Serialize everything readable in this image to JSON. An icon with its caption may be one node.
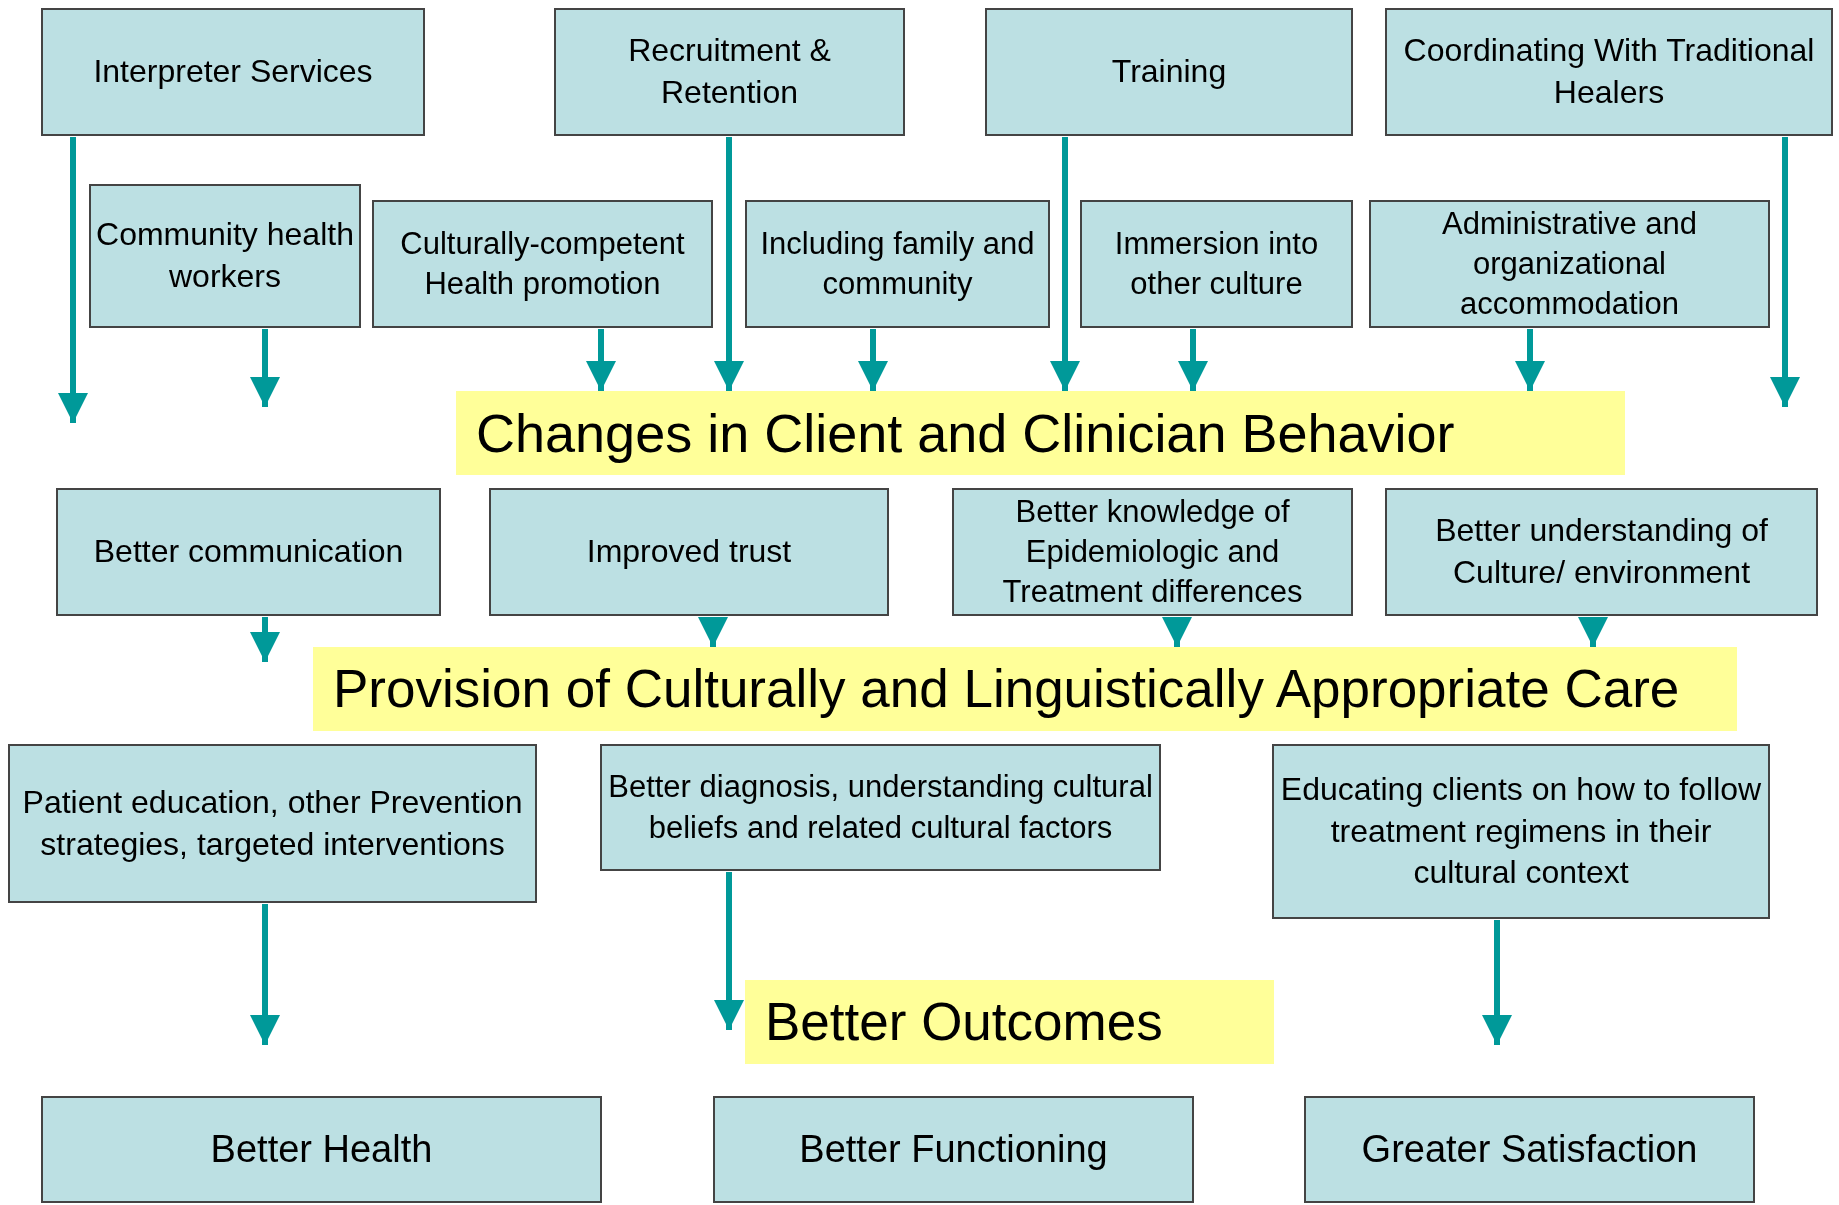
{
  "diagram": {
    "nodes": [
      {
        "text": [
          "Interpreter Services"
        ]
      },
      {
        "text": [
          "Recruitment & Retention"
        ]
      },
      {
        "text": [
          "Training"
        ]
      },
      {
        "text": [
          "Coordinating With Traditional Healers"
        ]
      },
      {
        "text": [
          "Community health workers"
        ]
      },
      {
        "text": [
          "Culturally-competent Health promotion"
        ]
      },
      {
        "text": [
          "Including  family and community"
        ]
      },
      {
        "text": [
          "Immersion into other culture"
        ]
      },
      {
        "text": [
          "Administrative and organizational accommodation"
        ]
      },
      {
        "text": [
          "Changes in Client and Clinician Behavior"
        ]
      },
      {
        "text": [
          "Better communication"
        ]
      },
      {
        "text": [
          "Improved trust"
        ]
      },
      {
        "text": [
          "Better knowledge of Epidemiologic and Treatment differences"
        ]
      },
      {
        "text": [
          "Better understanding of Culture/ environment"
        ]
      },
      {
        "text": [
          "Provision of Culturally and Linguistically Appropriate Care"
        ]
      },
      {
        "text": [
          "Patient education, other Prevention strategies, targeted interventions"
        ]
      },
      {
        "text": [
          "Better diagnosis, understanding cultural beliefs and related cultural factors"
        ]
      },
      {
        "text": [
          "Educating clients on how to follow treatment regimens in their cultural context"
        ]
      },
      {
        "text": [
          "Better Outcomes"
        ]
      },
      {
        "text": [
          "Better Health"
        ]
      },
      {
        "text": [
          "Better Functioning"
        ]
      },
      {
        "text": [
          "Greater Satisfaction"
        ]
      }
    ],
    "edges": [
      {
        "from": 0,
        "to": null,
        "arrow": "to"
      },
      {
        "from": 4,
        "to": null,
        "arrow": "to"
      },
      {
        "from": 5,
        "to": 9,
        "arrow": "to"
      },
      {
        "from": 1,
        "to": 9,
        "arrow": "to"
      },
      {
        "from": 6,
        "to": 9,
        "arrow": "to"
      },
      {
        "from": 2,
        "to": 9,
        "arrow": "to"
      },
      {
        "from": 7,
        "to": 9,
        "arrow": "to"
      },
      {
        "from": 8,
        "to": 9,
        "arrow": "to"
      },
      {
        "from": 3,
        "to": null,
        "arrow": "to"
      },
      {
        "from": 10,
        "to": null,
        "arrow": "to"
      },
      {
        "from": 11,
        "to": 14,
        "arrow": "to"
      },
      {
        "from": 12,
        "to": 14,
        "arrow": "to"
      },
      {
        "from": 13,
        "to": 14,
        "arrow": "to"
      },
      {
        "from": 15,
        "to": 19,
        "arrow": "to"
      },
      {
        "from": 16,
        "to": 18,
        "arrow": "to"
      },
      {
        "from": 17,
        "to": 21,
        "arrow": "to"
      }
    ]
  }
}
